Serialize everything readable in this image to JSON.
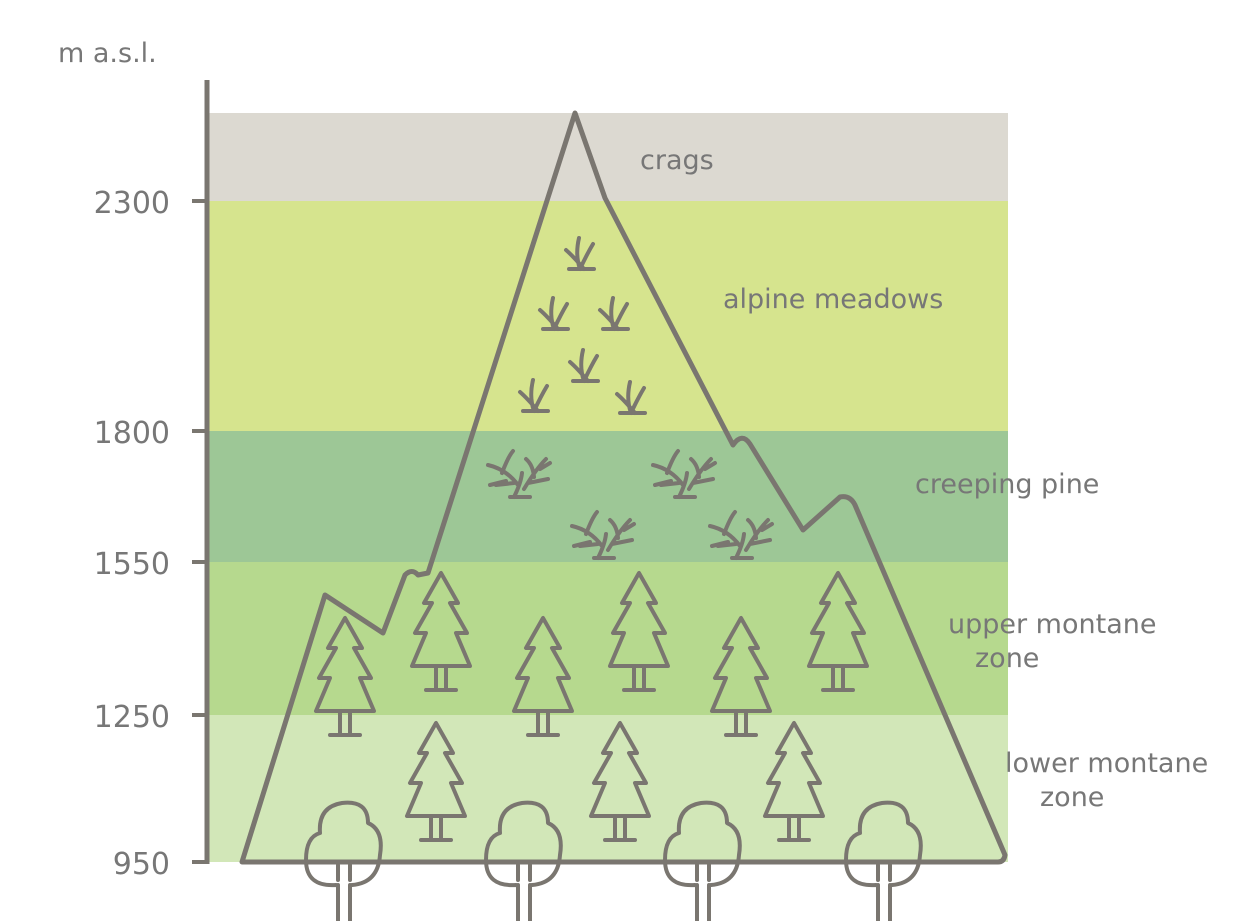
{
  "axis": {
    "unit_label": "m a.s.l.",
    "ticks": [
      "2300",
      "1800",
      "1550",
      "1250",
      "950"
    ]
  },
  "zones": [
    {
      "id": "crags",
      "lines": [
        "crags"
      ],
      "color": "#dcd9d1"
    },
    {
      "id": "alpine-meadows",
      "lines": [
        "alpine meadows"
      ],
      "color": "#d6e48e"
    },
    {
      "id": "creeping-pine",
      "lines": [
        "creeping pine"
      ],
      "color": "#9dc796"
    },
    {
      "id": "upper-montane",
      "lines": [
        "upper montane",
        "zone"
      ],
      "color": "#b6d98e"
    },
    {
      "id": "lower-montane",
      "lines": [
        "lower montane",
        "zone"
      ],
      "color": "#d2e7b8"
    }
  ],
  "outline_color": "#7a7670"
}
